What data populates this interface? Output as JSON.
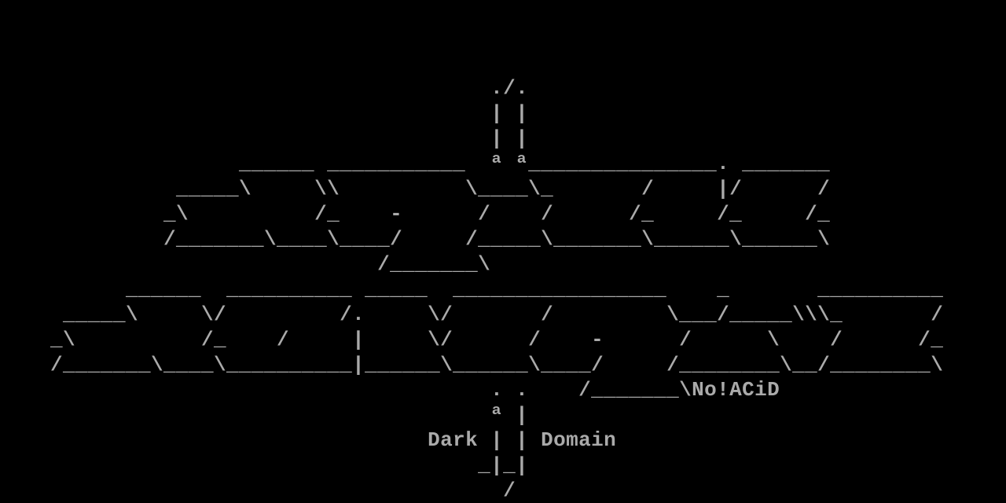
{
  "colors": {
    "background": "#000000",
    "foreground": "#aaaaaa"
  },
  "signature": "No!ACiD",
  "caption_left": "Dark",
  "caption_right": "Domain",
  "rows": [
    "",
    "",
    "",
    "                                       ./.",
    "                                       | |",
    "                                       | |",
    "                   ______ ___________  ª ª_______________. _______",
    "              _____\\     \\\\          \\____\\_       /     |/      /",
    "             _\\          /_    -      /    /      /_     /_     /_",
    "             /_______\\____\\____/     /_____\\_______\\______\\______\\",
    "                              /_______\\",
    "          ______  __________ _____  _________________    _       __________",
    "     _____\\     \\/         /.     \\/       /         \\___/_____\\\\\\_       /",
    "    _\\          /_    /     |     \\/      /    -      /      \\    /      /_",
    "    /_______\\____\\__________|______\\______\\____/     /________\\__/________\\",
    "                                       . .    /_______\\No!ACiD",
    "                                       ª |",
    "                                  Dark | | Domain",
    "                                      _|_|",
    "                                        /"
  ]
}
